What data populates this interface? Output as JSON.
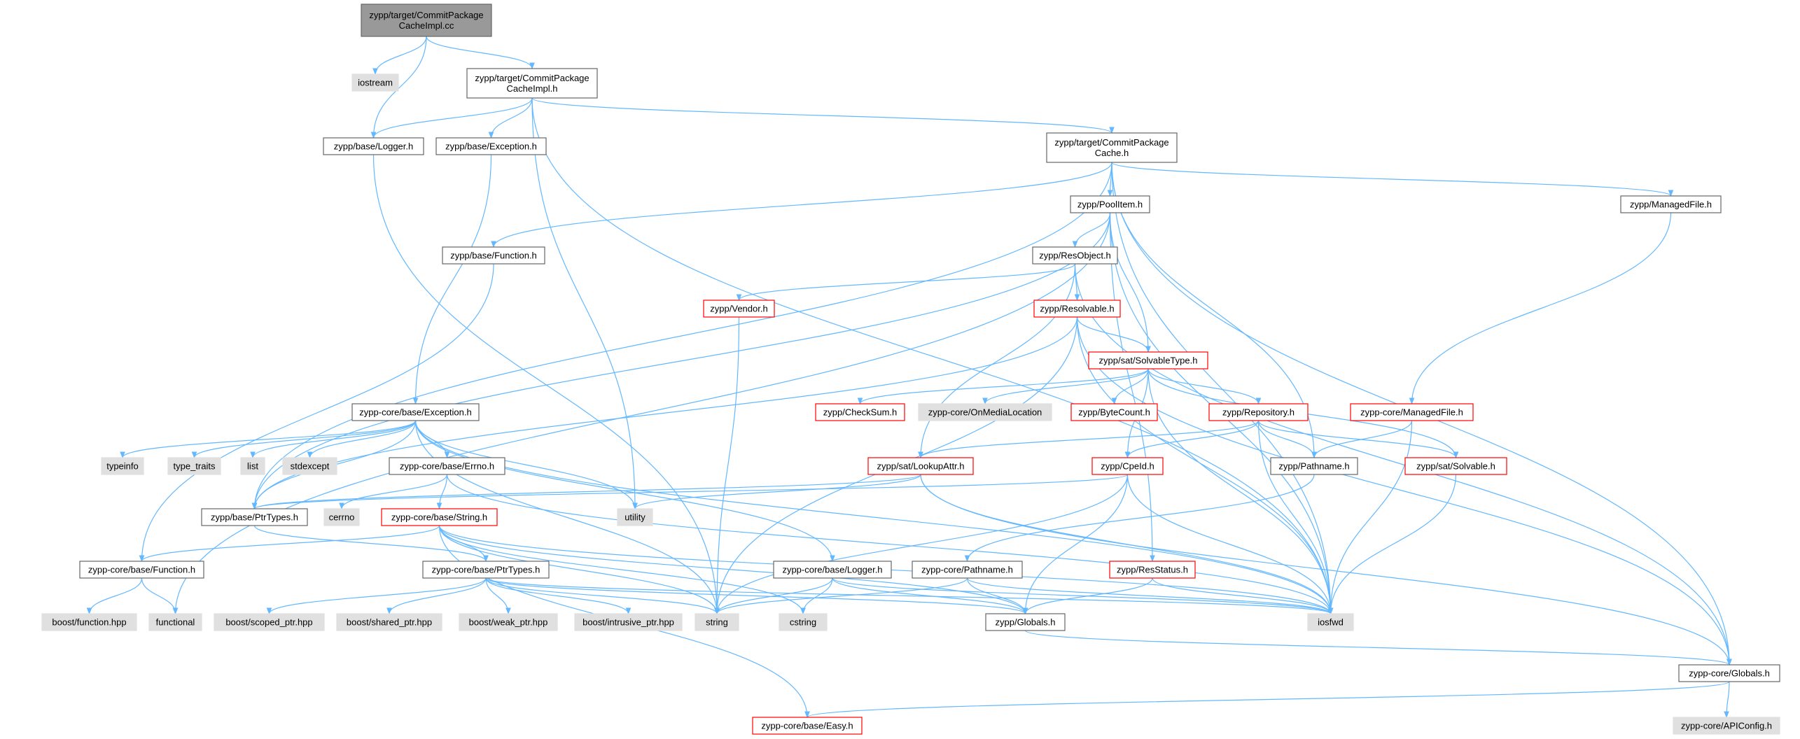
{
  "graph": {
    "title": "",
    "colors": {
      "edge": "#63b8ff",
      "root_fill": "#999999",
      "external_fill": "#e0e0e0",
      "red_border": "#ff0000",
      "plain_border": "#666666"
    },
    "nodes": [
      {
        "id": "root",
        "lines": [
          "zypp/target/CommitPackage",
          "CacheImpl.cc"
        ],
        "kind": "root"
      },
      {
        "id": "iostream",
        "lines": [
          "iostream"
        ],
        "kind": "external"
      },
      {
        "id": "cpci_h",
        "lines": [
          "zypp/target/CommitPackage",
          "CacheImpl.h"
        ],
        "kind": "plain"
      },
      {
        "id": "logger",
        "lines": [
          "zypp/base/Logger.h"
        ],
        "kind": "plain"
      },
      {
        "id": "base_exc",
        "lines": [
          "zypp/base/Exception.h"
        ],
        "kind": "plain"
      },
      {
        "id": "cpc_h",
        "lines": [
          "zypp/target/CommitPackage",
          "Cache.h"
        ],
        "kind": "plain"
      },
      {
        "id": "poolitem",
        "lines": [
          "zypp/PoolItem.h"
        ],
        "kind": "plain"
      },
      {
        "id": "managedfile",
        "lines": [
          "zypp/ManagedFile.h"
        ],
        "kind": "plain"
      },
      {
        "id": "base_function",
        "lines": [
          "zypp/base/Function.h"
        ],
        "kind": "plain"
      },
      {
        "id": "resobject",
        "lines": [
          "zypp/ResObject.h"
        ],
        "kind": "plain"
      },
      {
        "id": "vendor",
        "lines": [
          "zypp/Vendor.h"
        ],
        "kind": "red"
      },
      {
        "id": "resolvable",
        "lines": [
          "zypp/Resolvable.h"
        ],
        "kind": "red"
      },
      {
        "id": "solvabletype",
        "lines": [
          "zypp/sat/SolvableType.h"
        ],
        "kind": "red"
      },
      {
        "id": "checksum",
        "lines": [
          "zypp/CheckSum.h"
        ],
        "kind": "red"
      },
      {
        "id": "onmedialocation",
        "lines": [
          "zypp-core/OnMediaLocation"
        ],
        "kind": "external"
      },
      {
        "id": "bytecount",
        "lines": [
          "zypp/ByteCount.h"
        ],
        "kind": "red"
      },
      {
        "id": "repository",
        "lines": [
          "zypp/Repository.h"
        ],
        "kind": "red"
      },
      {
        "id": "core_managedfile",
        "lines": [
          "zypp-core/ManagedFile.h"
        ],
        "kind": "red"
      },
      {
        "id": "core_exception",
        "lines": [
          "zypp-core/base/Exception.h"
        ],
        "kind": "plain"
      },
      {
        "id": "typeinfo",
        "lines": [
          "typeinfo"
        ],
        "kind": "external"
      },
      {
        "id": "type_traits",
        "lines": [
          "type_traits"
        ],
        "kind": "external"
      },
      {
        "id": "list",
        "lines": [
          "list"
        ],
        "kind": "external"
      },
      {
        "id": "stdexcept",
        "lines": [
          "stdexcept"
        ],
        "kind": "external"
      },
      {
        "id": "errno",
        "lines": [
          "zypp-core/base/Errno.h"
        ],
        "kind": "plain"
      },
      {
        "id": "lookupattr",
        "lines": [
          "zypp/sat/LookupAttr.h"
        ],
        "kind": "red"
      },
      {
        "id": "cpeid",
        "lines": [
          "zypp/CpeId.h"
        ],
        "kind": "red"
      },
      {
        "id": "pathname",
        "lines": [
          "zypp/Pathname.h"
        ],
        "kind": "plain"
      },
      {
        "id": "solvable",
        "lines": [
          "zypp/sat/Solvable.h"
        ],
        "kind": "red"
      },
      {
        "id": "ptrtypes",
        "lines": [
          "zypp/base/PtrTypes.h"
        ],
        "kind": "plain"
      },
      {
        "id": "cerrno",
        "lines": [
          "cerrno"
        ],
        "kind": "external"
      },
      {
        "id": "core_string",
        "lines": [
          "zypp-core/base/String.h"
        ],
        "kind": "red"
      },
      {
        "id": "utility",
        "lines": [
          "utility"
        ],
        "kind": "external"
      },
      {
        "id": "core_function",
        "lines": [
          "zypp-core/base/Function.h"
        ],
        "kind": "plain"
      },
      {
        "id": "core_ptrtypes",
        "lines": [
          "zypp-core/base/PtrTypes.h"
        ],
        "kind": "plain"
      },
      {
        "id": "core_logger",
        "lines": [
          "zypp-core/base/Logger.h"
        ],
        "kind": "plain"
      },
      {
        "id": "core_pathname",
        "lines": [
          "zypp-core/Pathname.h"
        ],
        "kind": "plain"
      },
      {
        "id": "resstatus",
        "lines": [
          "zypp/ResStatus.h"
        ],
        "kind": "red"
      },
      {
        "id": "boost_function",
        "lines": [
          "boost/function.hpp"
        ],
        "kind": "external"
      },
      {
        "id": "functional",
        "lines": [
          "functional"
        ],
        "kind": "external"
      },
      {
        "id": "boost_scoped",
        "lines": [
          "boost/scoped_ptr.hpp"
        ],
        "kind": "external"
      },
      {
        "id": "boost_shared",
        "lines": [
          "boost/shared_ptr.hpp"
        ],
        "kind": "external"
      },
      {
        "id": "boost_weak",
        "lines": [
          "boost/weak_ptr.hpp"
        ],
        "kind": "external"
      },
      {
        "id": "boost_intrusive",
        "lines": [
          "boost/intrusive_ptr.hpp"
        ],
        "kind": "external"
      },
      {
        "id": "string",
        "lines": [
          "string"
        ],
        "kind": "external"
      },
      {
        "id": "cstring",
        "lines": [
          "cstring"
        ],
        "kind": "external"
      },
      {
        "id": "globals",
        "lines": [
          "zypp/Globals.h"
        ],
        "kind": "plain"
      },
      {
        "id": "iosfwd",
        "lines": [
          "iosfwd"
        ],
        "kind": "external"
      },
      {
        "id": "core_globals",
        "lines": [
          "zypp-core/Globals.h"
        ],
        "kind": "plain"
      },
      {
        "id": "easy",
        "lines": [
          "zypp-core/base/Easy.h"
        ],
        "kind": "red"
      },
      {
        "id": "apiconfig",
        "lines": [
          "zypp-core/APIConfig.h"
        ],
        "kind": "external"
      }
    ],
    "edges": [
      [
        "root",
        "iostream"
      ],
      [
        "root",
        "cpci_h"
      ],
      [
        "root",
        "logger"
      ],
      [
        "cpci_h",
        "logger"
      ],
      [
        "cpci_h",
        "base_exc"
      ],
      [
        "cpci_h",
        "cpc_h"
      ],
      [
        "cpci_h",
        "utility"
      ],
      [
        "cpci_h",
        "iosfwd"
      ],
      [
        "logger",
        "string"
      ],
      [
        "base_exc",
        "core_exception"
      ],
      [
        "cpc_h",
        "poolitem"
      ],
      [
        "cpc_h",
        "managedfile"
      ],
      [
        "cpc_h",
        "base_function"
      ],
      [
        "cpc_h",
        "ptrtypes"
      ],
      [
        "cpc_h",
        "pathname"
      ],
      [
        "cpc_h",
        "iosfwd"
      ],
      [
        "cpc_h",
        "core_globals"
      ],
      [
        "poolitem",
        "resobject"
      ],
      [
        "poolitem",
        "solvabletype"
      ],
      [
        "poolitem",
        "resstatus"
      ],
      [
        "poolitem",
        "iosfwd"
      ],
      [
        "poolitem",
        "ptrtypes"
      ],
      [
        "poolitem",
        "functional"
      ],
      [
        "managedfile",
        "core_managedfile"
      ],
      [
        "base_function",
        "core_function"
      ],
      [
        "resobject",
        "vendor"
      ],
      [
        "resobject",
        "resolvable"
      ],
      [
        "resobject",
        "lookupattr"
      ],
      [
        "resobject",
        "core_globals"
      ],
      [
        "vendor",
        "string"
      ],
      [
        "resolvable",
        "solvabletype"
      ],
      [
        "resolvable",
        "ptrtypes"
      ],
      [
        "resolvable",
        "string"
      ],
      [
        "resolvable",
        "iosfwd"
      ],
      [
        "resolvable",
        "core_globals"
      ],
      [
        "solvabletype",
        "checksum"
      ],
      [
        "solvabletype",
        "onmedialocation"
      ],
      [
        "solvabletype",
        "bytecount"
      ],
      [
        "solvabletype",
        "repository"
      ],
      [
        "solvabletype",
        "cpeid"
      ],
      [
        "solvabletype",
        "solvable"
      ],
      [
        "solvabletype",
        "iosfwd"
      ],
      [
        "repository",
        "lookupattr"
      ],
      [
        "repository",
        "cpeid"
      ],
      [
        "repository",
        "pathname"
      ],
      [
        "repository",
        "solvable"
      ],
      [
        "repository",
        "iosfwd"
      ],
      [
        "core_managedfile",
        "pathname"
      ],
      [
        "core_managedfile",
        "iosfwd"
      ],
      [
        "core_exception",
        "typeinfo"
      ],
      [
        "core_exception",
        "type_traits"
      ],
      [
        "core_exception",
        "list"
      ],
      [
        "core_exception",
        "stdexcept"
      ],
      [
        "core_exception",
        "errno"
      ],
      [
        "core_exception",
        "ptrtypes"
      ],
      [
        "core_exception",
        "utility"
      ],
      [
        "core_exception",
        "string"
      ],
      [
        "core_exception",
        "iosfwd"
      ],
      [
        "core_exception",
        "core_logger"
      ],
      [
        "errno",
        "cerrno"
      ],
      [
        "errno",
        "core_string"
      ],
      [
        "errno",
        "iosfwd"
      ],
      [
        "lookupattr",
        "ptrtypes"
      ],
      [
        "lookupattr",
        "utility"
      ],
      [
        "lookupattr",
        "iosfwd"
      ],
      [
        "lookupattr",
        "core_globals"
      ],
      [
        "cpeid",
        "string"
      ],
      [
        "cpeid",
        "globals"
      ],
      [
        "cpeid",
        "iosfwd"
      ],
      [
        "cpeid",
        "ptrtypes"
      ],
      [
        "pathname",
        "core_pathname"
      ],
      [
        "solvable",
        "iosfwd"
      ],
      [
        "ptrtypes",
        "core_ptrtypes"
      ],
      [
        "core_string",
        "core_function"
      ],
      [
        "core_string",
        "core_ptrtypes"
      ],
      [
        "core_string",
        "string"
      ],
      [
        "core_string",
        "cstring"
      ],
      [
        "core_string",
        "globals"
      ],
      [
        "core_string",
        "iosfwd"
      ],
      [
        "core_string",
        "easy"
      ],
      [
        "core_function",
        "boost_function"
      ],
      [
        "core_function",
        "functional"
      ],
      [
        "core_ptrtypes",
        "boost_scoped"
      ],
      [
        "core_ptrtypes",
        "boost_shared"
      ],
      [
        "core_ptrtypes",
        "boost_weak"
      ],
      [
        "core_ptrtypes",
        "boost_intrusive"
      ],
      [
        "core_ptrtypes",
        "string"
      ],
      [
        "core_ptrtypes",
        "iosfwd"
      ],
      [
        "core_ptrtypes",
        "globals"
      ],
      [
        "core_logger",
        "string"
      ],
      [
        "core_logger",
        "cstring"
      ],
      [
        "core_logger",
        "globals"
      ],
      [
        "core_logger",
        "iosfwd"
      ],
      [
        "core_pathname",
        "string"
      ],
      [
        "core_pathname",
        "globals"
      ],
      [
        "core_pathname",
        "iosfwd"
      ],
      [
        "resstatus",
        "globals"
      ],
      [
        "resstatus",
        "iosfwd"
      ],
      [
        "globals",
        "core_globals"
      ],
      [
        "core_globals",
        "easy"
      ],
      [
        "core_globals",
        "apiconfig"
      ]
    ]
  }
}
